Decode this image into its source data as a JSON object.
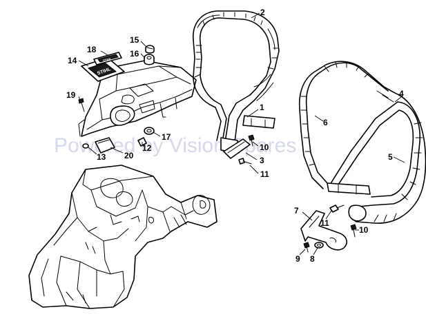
{
  "watermark": "Powered by Vision Spares",
  "decal_texts": {
    "large_logo": "STIHL",
    "small_logo": "STIHL"
  },
  "callouts": [
    {
      "id": "c1",
      "label": "1"
    },
    {
      "id": "c2",
      "label": "2"
    },
    {
      "id": "c3",
      "label": "3"
    },
    {
      "id": "c4",
      "label": "4"
    },
    {
      "id": "c5",
      "label": "5"
    },
    {
      "id": "c6",
      "label": "6"
    },
    {
      "id": "c7",
      "label": "7"
    },
    {
      "id": "c8",
      "label": "8"
    },
    {
      "id": "c9",
      "label": "9"
    },
    {
      "id": "c10a",
      "label": "10"
    },
    {
      "id": "c10b",
      "label": "10"
    },
    {
      "id": "c11a",
      "label": "11"
    },
    {
      "id": "c11b",
      "label": "11"
    },
    {
      "id": "c12",
      "label": "12"
    },
    {
      "id": "c13",
      "label": "13"
    },
    {
      "id": "c14",
      "label": "14"
    },
    {
      "id": "c15",
      "label": "15"
    },
    {
      "id": "c16",
      "label": "16"
    },
    {
      "id": "c17",
      "label": "17"
    },
    {
      "id": "c18",
      "label": "18"
    },
    {
      "id": "c19",
      "label": "19"
    },
    {
      "id": "c20",
      "label": "20"
    }
  ]
}
